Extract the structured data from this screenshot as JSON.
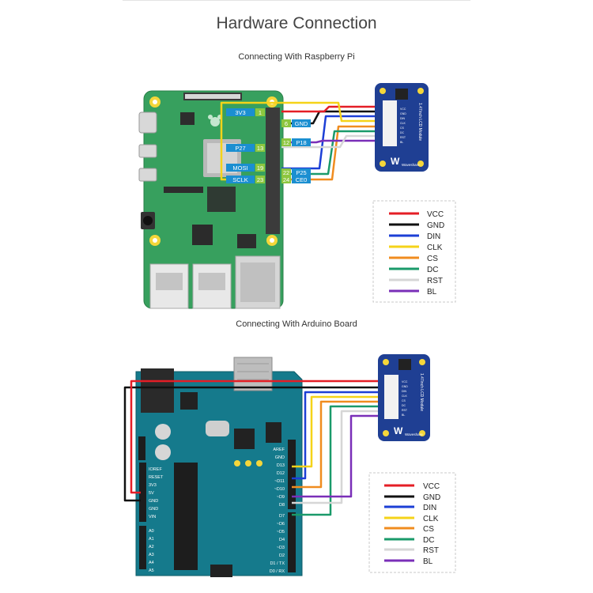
{
  "title": "Hardware Connection",
  "sections": {
    "rpi": "Connecting With Raspberry Pi",
    "arduino": "Connecting With Arduino Board"
  },
  "pi_pins": {
    "left": [
      {
        "label": "3V3",
        "num": "1"
      },
      {
        "label": "P27",
        "num": "13"
      },
      {
        "label": "MOSI",
        "num": "19"
      },
      {
        "label": "SCLK",
        "num": "23"
      }
    ],
    "right": [
      {
        "num": "6",
        "label": "GND"
      },
      {
        "num": "12",
        "label": "P18"
      },
      {
        "num": "22",
        "label": "P25"
      },
      {
        "num": "24",
        "label": "CE0"
      }
    ]
  },
  "lcd": {
    "name": "1.47inch LCD Module",
    "pins": [
      "VCC",
      "GND",
      "DIN",
      "CLK",
      "CS",
      "DC",
      "RST",
      "BL"
    ],
    "brand": "Waveshare",
    "logo": "W"
  },
  "legend": [
    {
      "label": "VCC",
      "color": "#e41e26"
    },
    {
      "label": "GND",
      "color": "#111111"
    },
    {
      "label": "DIN",
      "color": "#1c3fd6"
    },
    {
      "label": "CLK",
      "color": "#f5d319"
    },
    {
      "label": "CS",
      "color": "#f08c1f"
    },
    {
      "label": "DC",
      "color": "#1a9a6a"
    },
    {
      "label": "RST",
      "color": "#d6d6d6"
    },
    {
      "label": "BL",
      "color": "#7a2fb8"
    }
  ],
  "arduino": {
    "power_pins": [
      "IOREF",
      "RESET",
      "3V3",
      "5V",
      "GND",
      "GND",
      "VIN"
    ],
    "analog_pins": [
      "A0",
      "A1",
      "A2",
      "A3",
      "A4",
      "A5"
    ],
    "digital_pins": [
      "AREF",
      "GND",
      "D13",
      "D12",
      "~D11",
      "~D10",
      "~D9",
      "D8",
      "D7",
      "~D6",
      "~D5",
      "D4",
      "~D3",
      "D2",
      "D1 / TX",
      "D0 / RX"
    ]
  },
  "colors": {
    "pi_board": "#37a05e",
    "arduino_board": "#157a8c",
    "lcd_board": "#1f3f93",
    "pin_tag": "#1b8fd1",
    "pin_num": "#8dc63f"
  }
}
